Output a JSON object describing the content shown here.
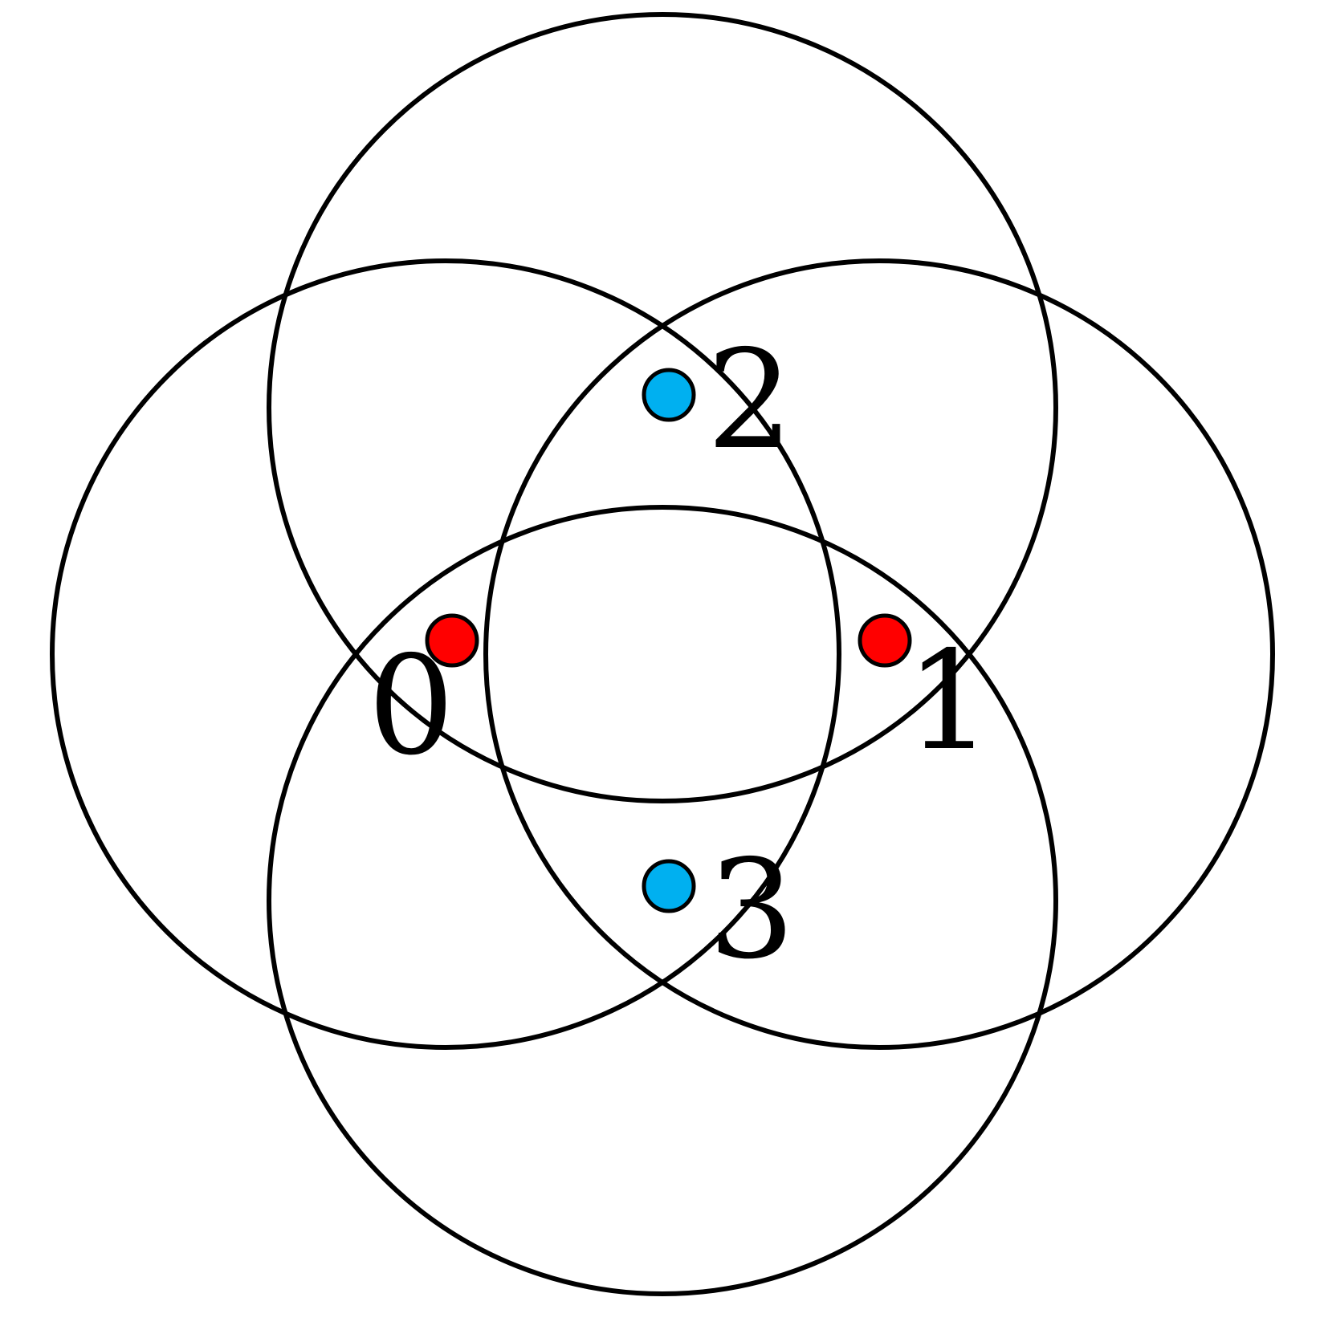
{
  "diagram": {
    "points": [
      {
        "label": "0",
        "color": "#ff0000"
      },
      {
        "label": "1",
        "color": "#ff0000"
      },
      {
        "label": "2",
        "color": "#00b0f0"
      },
      {
        "label": "3",
        "color": "#00b0f0"
      }
    ]
  }
}
